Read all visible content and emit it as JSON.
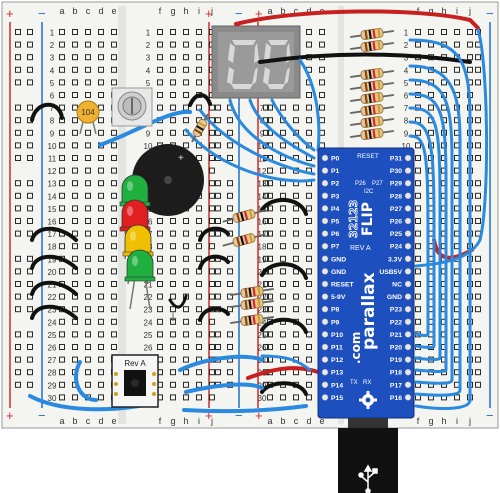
{
  "breadboard": {
    "columns_left": [
      "a",
      "b",
      "c",
      "d",
      "e"
    ],
    "columns_right": [
      "f",
      "g",
      "h",
      "i",
      "j"
    ],
    "rows": [
      1,
      2,
      3,
      4,
      5,
      6,
      7,
      8,
      9,
      10,
      11,
      12,
      13,
      14,
      15,
      16,
      17,
      18,
      19,
      20,
      21,
      22,
      23,
      24,
      25,
      26,
      27,
      28,
      29,
      30
    ],
    "rail_plus": "+",
    "rail_minus": "−",
    "colors": {
      "board": "#f4f4f0",
      "hole": "#2a2a2a",
      "rail_red": "#d42a2a",
      "rail_blue": "#1f6fd0"
    }
  },
  "components": {
    "capacitor_label": "104",
    "piezo_label": "+",
    "led_colors": [
      "#e02020",
      "#f0c000",
      "#20b040"
    ],
    "led_order": [
      "green",
      "red",
      "yellow",
      "green"
    ],
    "seven_segment_digit": "0",
    "chip_label": "Rev A",
    "ground_symbol": "⏚"
  },
  "flip": {
    "board_name": "FLIP",
    "board_number": "32123",
    "revision": "REV A",
    "brand": "parallax",
    "domain": ".com",
    "reset_label": "RESET",
    "left_pins": [
      "P0",
      "P1",
      "P2",
      "P3",
      "P4",
      "P5",
      "P6",
      "P7",
      "GND",
      "GND",
      "RESET",
      "5-9V",
      "P8",
      "P9",
      "P10",
      "P11",
      "P12",
      "P13",
      "P14",
      "P15"
    ],
    "right_pins": [
      "P31",
      "P30",
      "P29",
      "P28",
      "P27",
      "P26",
      "P25",
      "P24",
      "3.3V",
      "USB5V",
      "NC",
      "GND",
      "P23",
      "P22",
      "P21",
      "P20",
      "P19",
      "P18",
      "P17",
      "P16"
    ],
    "small_labels": [
      "P26",
      "P27",
      "I2C",
      "TX",
      "RX"
    ],
    "colors": {
      "pcb": "#1d4fbf",
      "text": "#ffffff"
    }
  },
  "wires": {
    "blue": "#2a8ae0",
    "red": "#c82020",
    "black": "#111111"
  },
  "usb": {
    "icon": "usb-icon"
  }
}
